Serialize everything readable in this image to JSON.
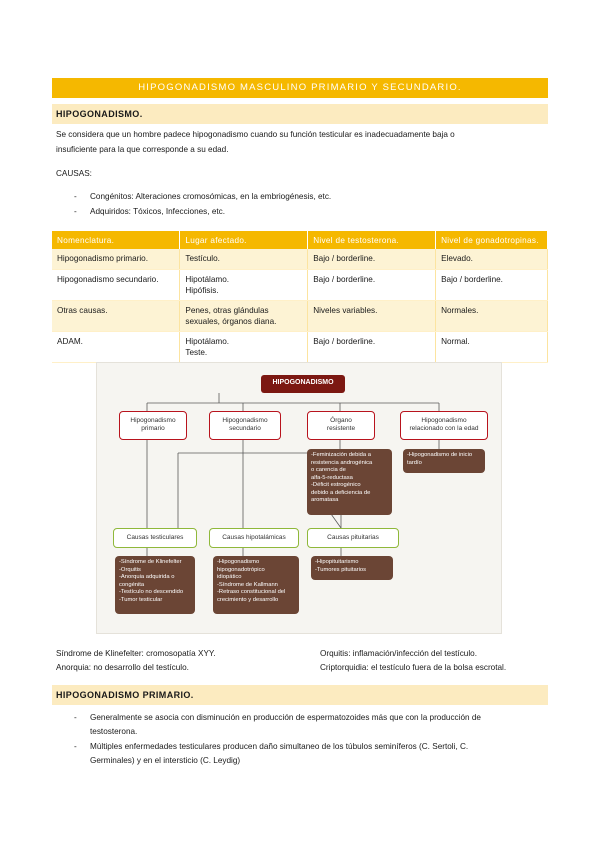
{
  "title": "HIPOGONADISMO MASCULINO PRIMARIO Y SECUNDARIO.",
  "section1": {
    "heading": "HIPOGONADISMO.",
    "intro_line1": "Se considera que un hombre padece hipogonadismo cuando su función testicular es inadecuadamente baja o",
    "intro_line2": "insuficiente para la que corresponde a su edad.",
    "causes_label": "CAUSAS:",
    "bullets": [
      {
        "dash": "-",
        "label": "Congénitos:",
        "text": " Alteraciones cromosómicas, en la embriogénesis, etc."
      },
      {
        "dash": "-",
        "label": "Adquiridos:",
        "text": " Tóxicos, Infecciones, etc."
      }
    ]
  },
  "table": {
    "headers": [
      "Nomenclatura.",
      "Lugar afectado.",
      "Nivel de testosterona.",
      "Nivel de gonadotropinas."
    ],
    "rows": [
      [
        "Hipogonadismo primario.",
        "Testículo.",
        "Bajo / borderline.",
        "Elevado."
      ],
      [
        "Hipogonadismo secundario.",
        "Hipotálamo.\nHipófisis.",
        "Bajo / borderline.",
        "Bajo / borderline."
      ],
      [
        "Otras causas.",
        "Penes, otras glándulas\nsexuales, órganos diana.",
        "Niveles variables.",
        "Normales."
      ],
      [
        "ADAM.",
        "Hipotálamo.\nTeste.",
        "Bajo / borderline.",
        "Normal."
      ]
    ]
  },
  "diagram": {
    "root": "HIPOGONADISMO",
    "level1": [
      {
        "line1": "Hipogonadismo",
        "line2": "primario"
      },
      {
        "line1": "Hipogonadismo",
        "line2": "secundario"
      },
      {
        "line1": "Órgano",
        "line2": "resistente"
      },
      {
        "line1": "Hipogonadismo",
        "line2": "relacionado con la edad"
      }
    ],
    "resistant_items": [
      "-Feminización debida a",
      "resistencia androgénica",
      "o carencia de",
      "alfa-5-reductasa",
      "-Déficit estrogénico",
      "debido a deficiencia de",
      "aromatasa"
    ],
    "age_items": [
      "-Hipogonadismo de inicio",
      "tardío"
    ],
    "level2": [
      "Causas testiculares",
      "Causas hipotalámicas",
      "Causas pituitarias"
    ],
    "testicular_items": [
      "-Síndrome de Klinefelter",
      "-Orquitis",
      "-Anorquia adquirida o",
      "congénita",
      "-Testículo no descendido",
      "-Tumor testicular"
    ],
    "hypothalamic_items": [
      "-Hipogonadismo",
      "hipogonadotrópico",
      "idiopático",
      "-Síndrome de Kallmann",
      "-Retraso constitucional del",
      "crecimiento y desarrollo"
    ],
    "pituitary_items": [
      "-Hipopituitarismo",
      "-Tumores pituitarios"
    ]
  },
  "definitions": {
    "klinefelter_term": "Síndrome de Klinefelter:",
    "klinefelter_def": " cromosopatía XYY.",
    "orquitis_term": "Orquitis:",
    "orquitis_def": " inflamación/infección del testículo.",
    "anorquia_term": "Anorquia:",
    "anorquia_def": " no desarrollo del testículo.",
    "cripto_term": "Criptorquidia:",
    "cripto_def": " el testículo fuera de la bolsa escrotal."
  },
  "section2": {
    "heading": "HIPOGONADISMO PRIMARIO.",
    "bullets": [
      {
        "dash": "-",
        "line1": "Generalmente se asocia con disminución en producción de espermatozoides más que con la producción de",
        "line2": "testosterona."
      },
      {
        "dash": "-",
        "line1": "Múltiples enfermedades testiculares producen daño simultaneo de los túbulos seminíferos (C. Sertoli, C.",
        "line2": "Germinales) y en el intersticio (C. Leydig)"
      }
    ]
  },
  "colors": {
    "accent": "#f5b800",
    "accent_light": "#fcebc0",
    "diagram_red": "#b8131d",
    "diagram_green": "#8fb83a",
    "diagram_brown": "#6b4535",
    "diagram_root": "#7c1812"
  }
}
